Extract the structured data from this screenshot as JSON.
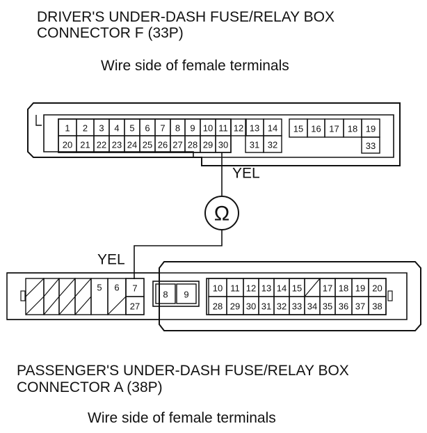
{
  "top_connector": {
    "title_line1": "DRIVER'S UNDER-DASH FUSE/RELAY BOX",
    "title_line2": "CONNECTOR F (33P)",
    "subtitle": "Wire side of female terminals",
    "terminals_row1": [
      "1",
      "2",
      "3",
      "4",
      "5",
      "6",
      "7",
      "8",
      "9",
      "10",
      "11",
      "12",
      "13",
      "14",
      "15",
      "16",
      "17",
      "18",
      "19"
    ],
    "terminals_row2": [
      "20",
      "21",
      "22",
      "23",
      "24",
      "25",
      "26",
      "27",
      "28",
      "29",
      "30",
      "31",
      "32",
      "33"
    ]
  },
  "wire": {
    "top_label": "YEL",
    "bottom_label": "YEL",
    "meter_symbol": "Ω",
    "from_terminal": "30",
    "to_terminal": "7"
  },
  "bottom_connector": {
    "title_line1": "PASSENGER'S UNDER-DASH FUSE/RELAY BOX",
    "title_line2": "CONNECTOR A (38P)",
    "subtitle": "Wire side of female terminals",
    "terminals_row1": [
      "5",
      "6",
      "7",
      "8",
      "9",
      "10",
      "11",
      "12",
      "13",
      "14",
      "15",
      "17",
      "18",
      "19",
      "20"
    ],
    "terminals_row2": [
      "27",
      "28",
      "29",
      "30",
      "31",
      "32",
      "33",
      "34",
      "35",
      "36",
      "37",
      "38"
    ]
  }
}
